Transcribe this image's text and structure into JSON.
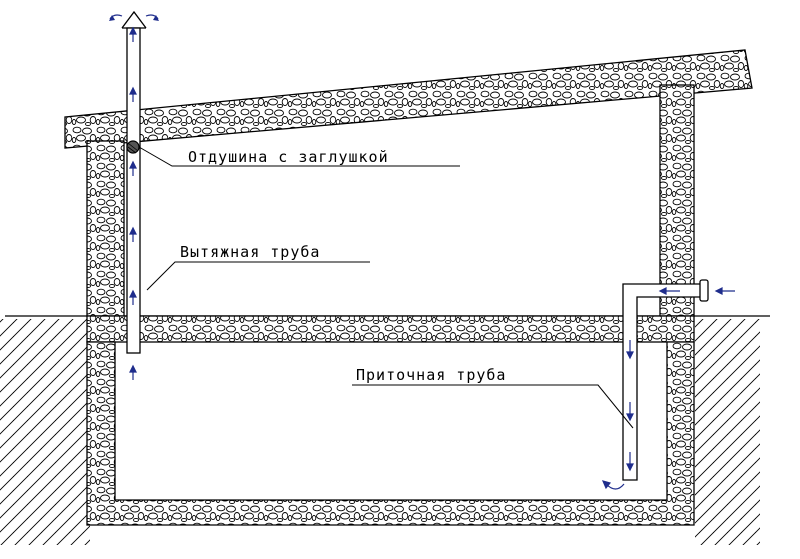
{
  "labels": {
    "vent_plug": "Отдушина с заглушкой",
    "exhaust_pipe": "Вытяжная труба",
    "supply_pipe": "Приточная труба"
  },
  "colors": {
    "line": "#000000",
    "arrow": "#1f2d8c",
    "background": "#ffffff"
  }
}
